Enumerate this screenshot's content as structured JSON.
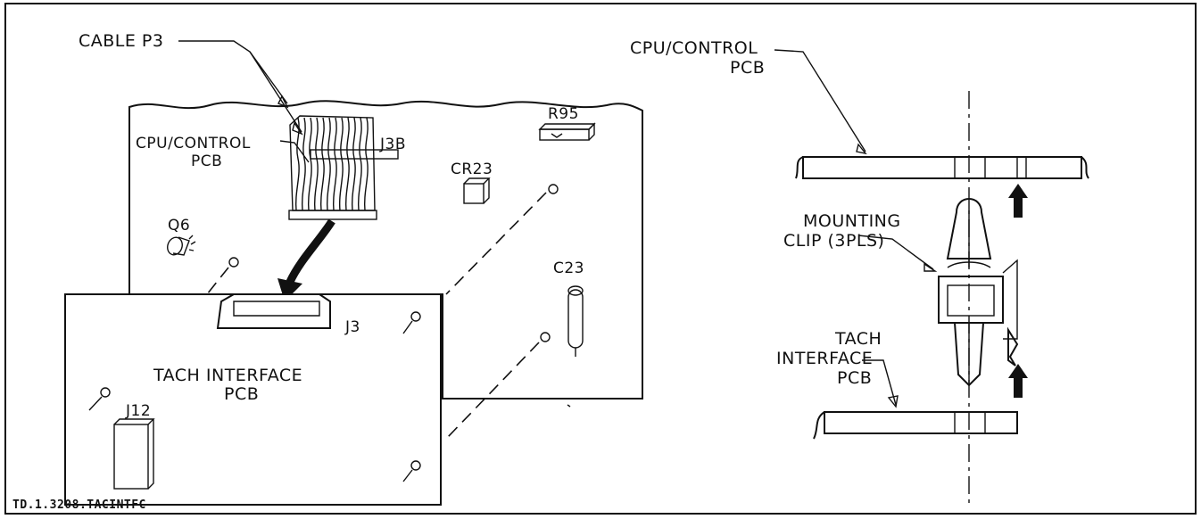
{
  "labels": {
    "cable_p3": "CABLE P3",
    "cpu_control_left_1": "CPU/CONTROL",
    "cpu_control_left_2": "PCB",
    "j3b": "J3B",
    "r95": "R95",
    "cr23": "CR23",
    "q6": "Q6",
    "c23": "C23",
    "j3": "J3",
    "tach_board_1": "TACH INTERFACE",
    "tach_board_2": "PCB",
    "j12": "J12",
    "cpu_control_right_1": "CPU/CONTROL",
    "cpu_control_right_2": "PCB",
    "mounting_clip_1": "MOUNTING",
    "mounting_clip_2": "CLIP (3PLS)",
    "tach_right_1": "TACH",
    "tach_right_2": "INTERFACE",
    "tach_right_3": "PCB",
    "figure_id": "TD.1.3208.TACINTFC"
  }
}
